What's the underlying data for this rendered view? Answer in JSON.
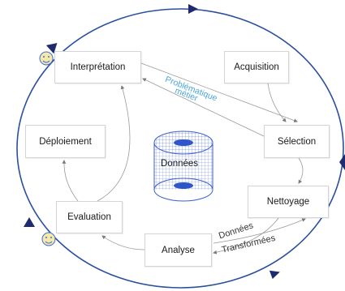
{
  "steps": {
    "interpretation": "Interprétation",
    "acquisition": "Acquisition",
    "deploiement": "Déploiement",
    "selection": "Sélection",
    "nettoyage": "Nettoyage",
    "evaluation": "Evaluation",
    "analyse": "Analyse"
  },
  "center_label": "Données",
  "annotations": {
    "problematique": "Problématique",
    "metier": "métier",
    "donnees_transformees_line1": "Données",
    "donnees_transformees_line2": "Transformées"
  },
  "colors": {
    "cycle": "#2a4f9e",
    "arrow": "#9a9a9a",
    "annotation": "#4aa6d8",
    "cylinder": "#3d5fcf",
    "face": "#f3d24a"
  },
  "icons": [
    "smiley-icon",
    "smiley-icon"
  ]
}
